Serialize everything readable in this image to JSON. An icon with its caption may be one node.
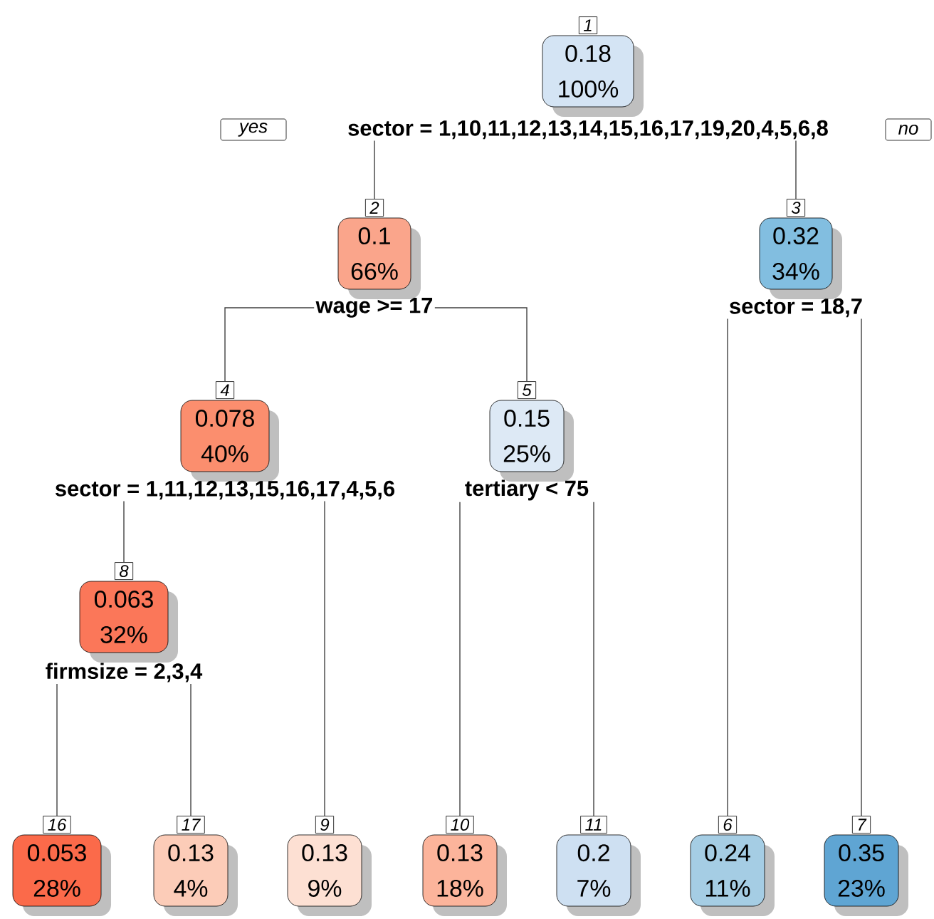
{
  "diagram": {
    "nodes": [
      {
        "text": [
          "0.18",
          "100%"
        ],
        "beside": [
          "1",
          "sector = 1,10,11,12,13,14,15,16,17,19,20,4,5,6,8"
        ]
      },
      {
        "text": [
          "0.1",
          "66%"
        ],
        "beside": [
          "2",
          "wage >= 17"
        ]
      },
      {
        "text": [
          "0.32",
          "34%"
        ],
        "beside": [
          "3",
          "sector = 18,7"
        ]
      },
      {
        "text": [
          "0.078",
          "40%"
        ],
        "beside": [
          "4",
          "sector = 1,11,12,13,15,16,17,4,5,6"
        ]
      },
      {
        "text": [
          "0.15",
          "25%"
        ],
        "beside": [
          "5",
          "tertiary < 75"
        ]
      },
      {
        "text": [
          "0.063",
          "32%"
        ],
        "beside": [
          "8",
          "firmsize = 2,3,4"
        ]
      },
      {
        "text": [
          "0.053",
          "28%"
        ],
        "beside": [
          "16"
        ]
      },
      {
        "text": [
          "0.13",
          "4%"
        ],
        "beside": [
          "17"
        ]
      },
      {
        "text": [
          "0.13",
          "9%"
        ],
        "beside": [
          "9"
        ]
      },
      {
        "text": [
          "0.13",
          "18%"
        ],
        "beside": [
          "10"
        ]
      },
      {
        "text": [
          "0.2",
          "7%"
        ],
        "beside": [
          "11"
        ]
      },
      {
        "text": [
          "0.24",
          "11%"
        ],
        "beside": [
          "6"
        ]
      },
      {
        "text": [
          "0.35",
          "23%"
        ],
        "beside": [
          "7"
        ]
      }
    ],
    "edges": [
      {
        "from": 0,
        "to": 1,
        "arrow": "none"
      },
      {
        "from": 0,
        "to": 2,
        "arrow": "none"
      },
      {
        "from": 1,
        "to": 3,
        "arrow": "none"
      },
      {
        "from": 1,
        "to": 4,
        "arrow": "none"
      },
      {
        "from": 2,
        "to": 11,
        "arrow": "none"
      },
      {
        "from": 2,
        "to": 12,
        "arrow": "none"
      },
      {
        "from": 3,
        "to": 5,
        "arrow": "none"
      },
      {
        "from": 3,
        "to": 8,
        "arrow": "none"
      },
      {
        "from": 4,
        "to": 9,
        "arrow": "none"
      },
      {
        "from": 4,
        "to": 10,
        "arrow": "none"
      },
      {
        "from": 5,
        "to": 6,
        "arrow": "none"
      },
      {
        "from": 5,
        "to": 7,
        "arrow": "none"
      }
    ],
    "labels": [
      "yes",
      "no"
    ]
  }
}
